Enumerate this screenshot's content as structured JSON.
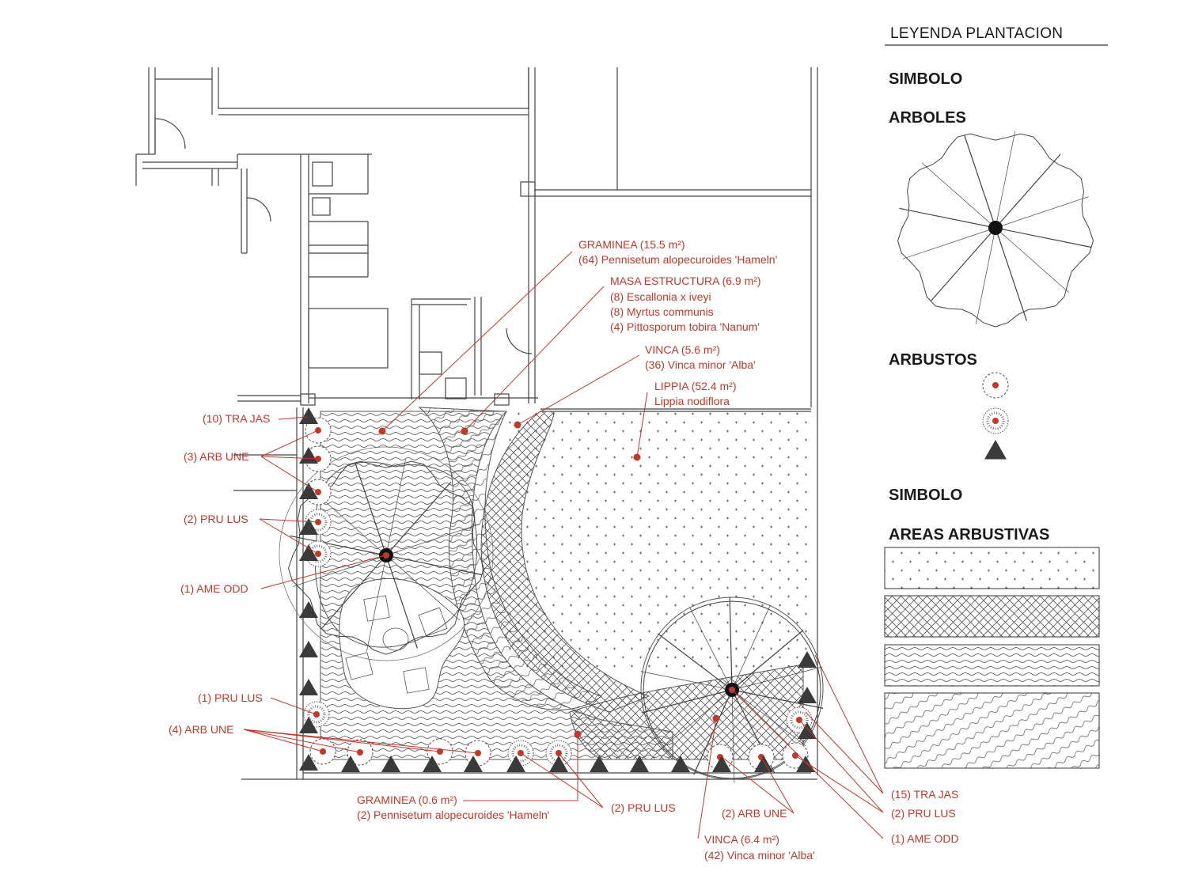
{
  "legend": {
    "title": "LEYENDA PLANTACION",
    "symbol_heading_1": "SIMBOLO",
    "trees_heading": "ARBOLES",
    "shrubs_heading": "ARBUSTOS",
    "symbol_heading_2": "SIMBOLO",
    "areas_heading": "AREAS ARBUSTIVAS",
    "area_patterns": [
      "lippia-dots",
      "vinca-crosshatch",
      "graminea-waves",
      "masa-estructura-waves"
    ]
  },
  "callouts": {
    "graminea_main": {
      "line1": "GRAMINEA (15.5 m²)",
      "line2": "(64) Pennisetum alopecuroides 'Hameln'"
    },
    "masa_estructura": {
      "line1": "MASA ESTRUCTURA (6.9 m²)",
      "line2": "(8) Escallonia x iveyi",
      "line3": "(8) Myrtus communis",
      "line4": "(4) Pittosporum tobira 'Nanum'"
    },
    "vinca_main": {
      "line1": "VINCA (5.6 m²)",
      "line2": "(36) Vinca minor 'Alba'"
    },
    "lippia": {
      "line1": "LIPPIA (52.4 m²)",
      "line2": "Lippia nodiflora"
    },
    "left": {
      "tra_jas": "(10) TRA JAS",
      "arb_une_3": "(3) ARB UNE",
      "pru_lus_2": "(2) PRU LUS",
      "ame_odd_1": "(1) AME ODD",
      "pru_lus_1": "(1) PRU LUS",
      "arb_une_4": "(4) ARB UNE"
    },
    "bottom": {
      "graminea_small": {
        "line1": "GRAMINEA (0.6 m²)",
        "line2": "(2) Pennisetum alopecuroides 'Hameln'"
      },
      "pru_lus_2": "(2) PRU LUS",
      "arb_une_2": "(2) ARB UNE",
      "vinca_small": {
        "line1": "VINCA (6.4 m²)",
        "line2": "(42) Vinca minor 'Alba'"
      }
    },
    "right": {
      "tra_jas_15": "(15) TRA JAS",
      "pru_lus_2": "(2) PRU LUS",
      "ame_odd_1": "(1) AME ODD"
    }
  },
  "colors": {
    "annotation": "#c0392b",
    "linework": "#444444",
    "trellis": "#3a3a3a"
  }
}
